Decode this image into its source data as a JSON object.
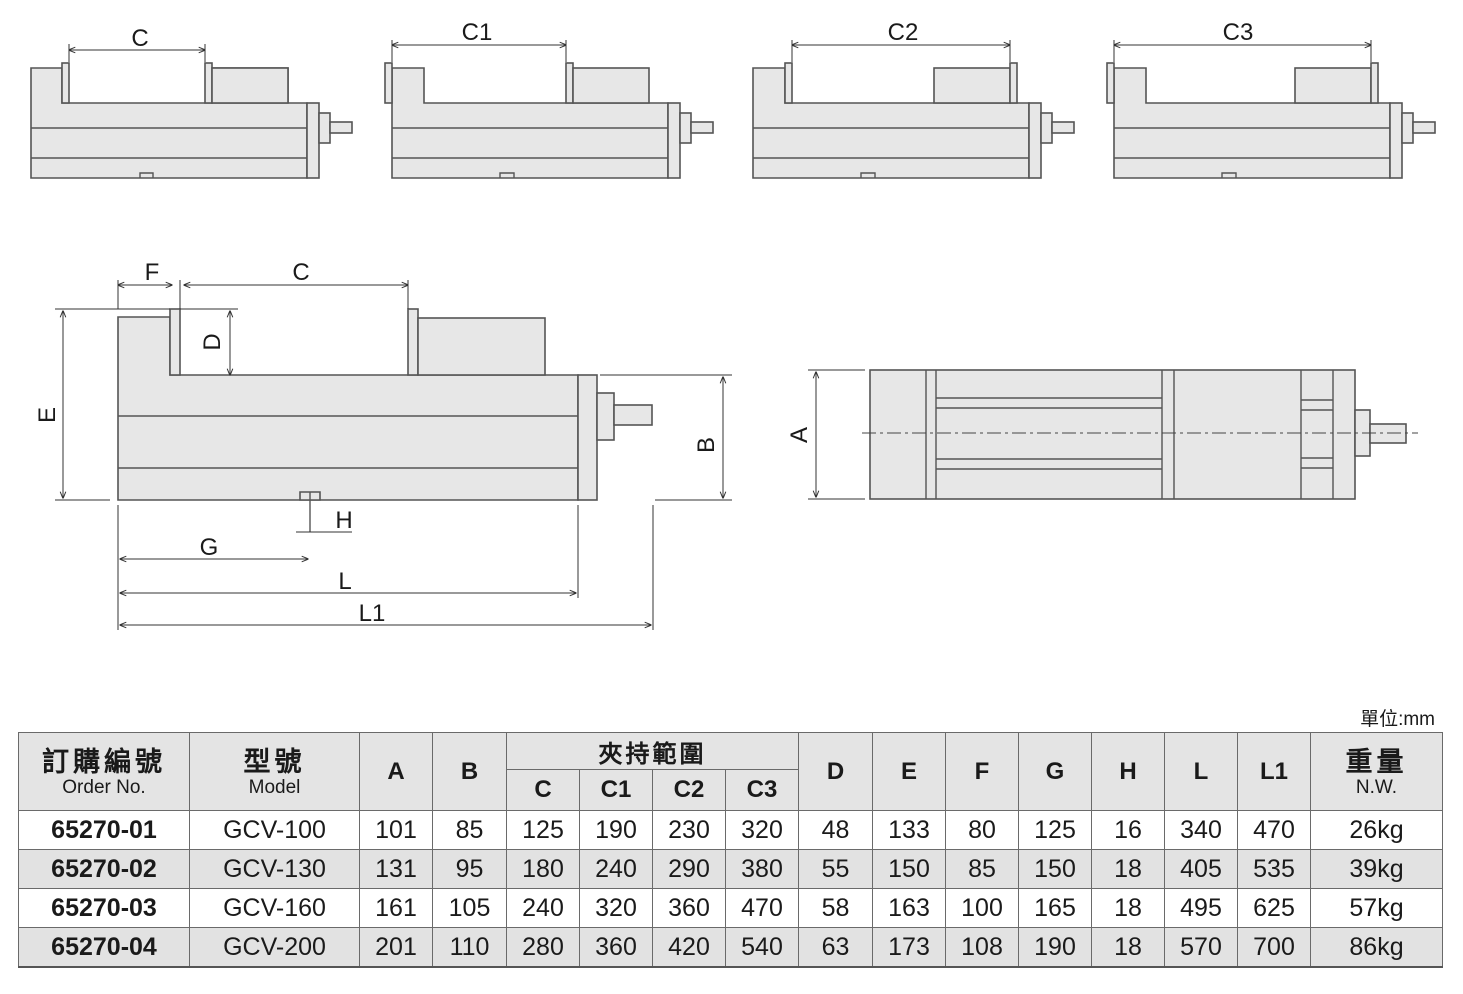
{
  "drawing_labels": {
    "c": "C",
    "c1": "C1",
    "c2": "C2",
    "c3": "C3",
    "f": "F",
    "d": "D",
    "e": "E",
    "b": "B",
    "a": "A",
    "h": "H",
    "g": "G",
    "l": "L",
    "l1": "L1"
  },
  "unit_label": "單位:mm",
  "table": {
    "order_no": {
      "zh": "訂購編號",
      "en": "Order No."
    },
    "model": {
      "zh": "型號",
      "en": "Model"
    },
    "a": "A",
    "b": "B",
    "clamp_range": "夾持範圍",
    "c": "C",
    "c1": "C1",
    "c2": "C2",
    "c3": "C3",
    "d": "D",
    "e": "E",
    "f": "F",
    "g": "G",
    "h": "H",
    "l": "L",
    "l1": "L1",
    "weight": {
      "zh": "重量",
      "en": "N.W."
    },
    "rows": [
      [
        "65270-01",
        "GCV-100",
        "101",
        "85",
        "125",
        "190",
        "230",
        "320",
        "48",
        "133",
        "80",
        "125",
        "16",
        "340",
        "470",
        "26kg"
      ],
      [
        "65270-02",
        "GCV-130",
        "131",
        "95",
        "180",
        "240",
        "290",
        "380",
        "55",
        "150",
        "85",
        "150",
        "18",
        "405",
        "535",
        "39kg"
      ],
      [
        "65270-03",
        "GCV-160",
        "161",
        "105",
        "240",
        "320",
        "360",
        "470",
        "58",
        "163",
        "100",
        "165",
        "18",
        "495",
        "625",
        "57kg"
      ],
      [
        "65270-04",
        "GCV-200",
        "201",
        "110",
        "280",
        "360",
        "420",
        "540",
        "63",
        "173",
        "108",
        "190",
        "18",
        "570",
        "700",
        "86kg"
      ]
    ]
  }
}
